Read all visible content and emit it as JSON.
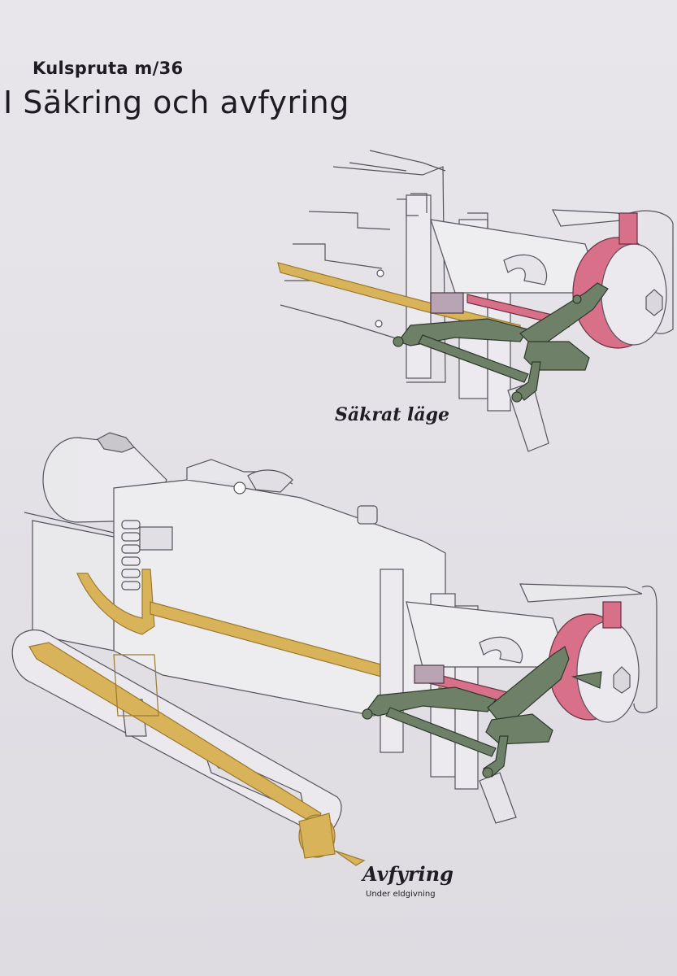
{
  "header": {
    "subtitle": "Kulspruta m/36",
    "title": "I Säkring och avfyring"
  },
  "views": {
    "safe_caption": "Säkrat läge",
    "fire_caption": "Avfyring",
    "fire_subcaption": "Under eldgivning"
  },
  "colors": {
    "paper": "#e4e2e6",
    "line": "#4a4950",
    "trigger_rod": "#d9b35a",
    "safety_lever": "#6e8068",
    "safety_drum": "#d8708a"
  }
}
